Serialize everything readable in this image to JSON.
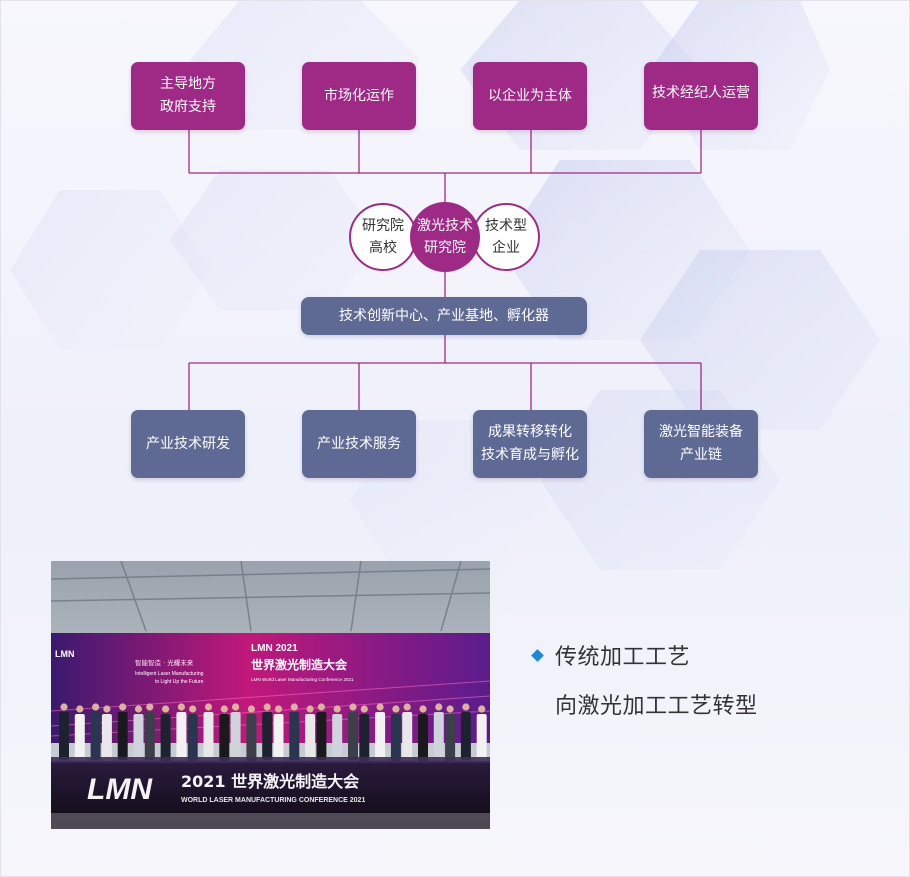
{
  "colors": {
    "primary": "#9e2a86",
    "secondary": "#5e6a94",
    "accent": "#1e88d8"
  },
  "diagram": {
    "top_boxes": [
      {
        "line1": "主导地方",
        "line2": "政府支持"
      },
      {
        "line1": "市场化运作",
        "line2": ""
      },
      {
        "line1": "以企业为主体",
        "line2": ""
      },
      {
        "line1": "技术经纪人运营",
        "line2": ""
      }
    ],
    "circles": {
      "left": {
        "line1": "研究院",
        "line2": "高校"
      },
      "center": {
        "line1": "激光技术",
        "line2": "研究院"
      },
      "right": {
        "line1": "技术型",
        "line2": "企业"
      }
    },
    "middle_bar": "技术创新中心、产业基地、孵化器",
    "bottom_boxes": [
      {
        "line1": "产业技术研发",
        "line2": ""
      },
      {
        "line1": "产业技术服务",
        "line2": ""
      },
      {
        "line1": "成果转移转化",
        "line2": "技术育成与孵化"
      },
      {
        "line1": "激光智能装备",
        "line2": "产业链"
      }
    ]
  },
  "photo": {
    "top_small": "智能智造 · 光耀未来",
    "top_en1": "Intelligent Laser Manufacturing",
    "top_en2": "to Light Up the Future",
    "screen_title": "LMN 2021",
    "screen_cn": "世界激光制造大会",
    "screen_en": "LMN World Laser Manufacturing Conference 2021",
    "logo": "LMN",
    "banner_cn": "2021 世界激光制造大会",
    "banner_en": "WORLD LASER MANUFACTURING CONFERENCE 2021"
  },
  "caption": {
    "line1": "传统加工工艺",
    "line2": "向激光加工工艺转型"
  }
}
